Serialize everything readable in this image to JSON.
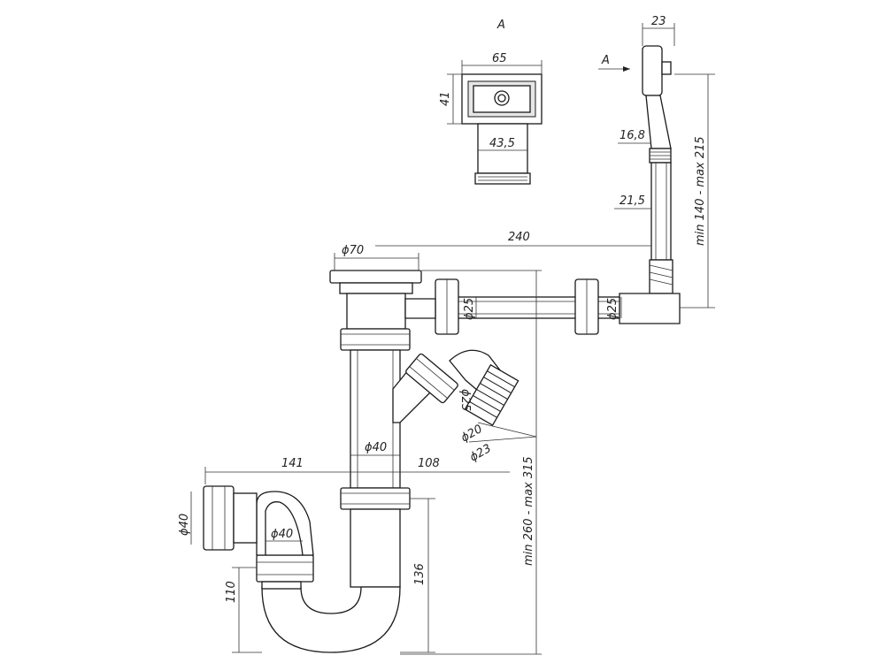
{
  "view_label": "A",
  "arrow_label": "A",
  "dimensions": {
    "width_65": "65",
    "height_41": "41",
    "inner_43_5": "43,5",
    "top_23": "23",
    "d16_8": "16,8",
    "d21_5": "21,5",
    "overflow_range": "min 140 - max 215",
    "length_240": "240",
    "phi70": "ϕ70",
    "phi25_a": "ϕ25",
    "phi25_b": "ϕ25",
    "phi25_c": "ϕ25",
    "phi20": "ϕ20",
    "phi23": "ϕ23",
    "d141": "141",
    "d108": "108",
    "phi40_center": "ϕ40",
    "phi40_left": "ϕ40",
    "phi40_trap": "ϕ40",
    "d110": "110",
    "d136": "136",
    "height_range": "min 260 - max 315"
  }
}
